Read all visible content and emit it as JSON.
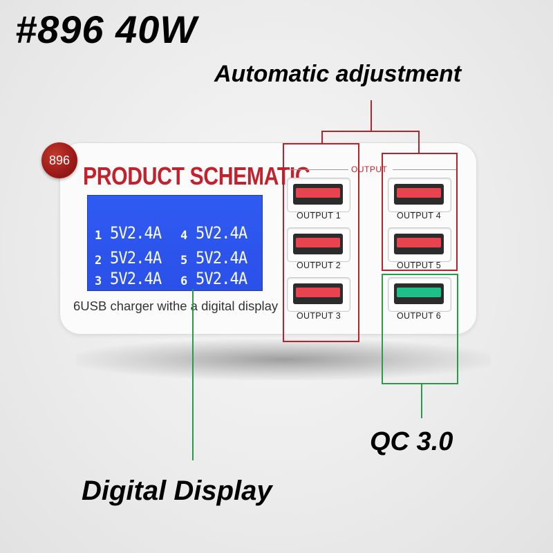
{
  "title": "#896 40W",
  "callouts": {
    "automatic": "Automatic adjustment",
    "qc": "QC 3.0",
    "digital": "Digital Display"
  },
  "device": {
    "badge": "896",
    "heading": "PRODUCT SCHEMATIC",
    "subtitle": "6USB charger withe a digital display",
    "output_header": "OUTPUT",
    "lcd": {
      "rows": [
        {
          "left_ch": "1",
          "left_read": "5V2.4A",
          "right_ch": "4",
          "right_read": "5V2.4A"
        },
        {
          "left_ch": "2",
          "left_read": "5V2.4A",
          "right_ch": "5",
          "right_read": "5V2.4A"
        },
        {
          "left_ch": "3",
          "left_read": "5V2.4A",
          "right_ch": "6",
          "right_read": "5V2.4A"
        }
      ]
    },
    "ports": [
      {
        "label": "OUTPUT 1",
        "type": "standard"
      },
      {
        "label": "OUTPUT 2",
        "type": "standard"
      },
      {
        "label": "OUTPUT 3",
        "type": "standard"
      },
      {
        "label": "OUTPUT 4",
        "type": "standard"
      },
      {
        "label": "OUTPUT 5",
        "type": "standard"
      },
      {
        "label": "OUTPUT 6",
        "type": "qc"
      }
    ]
  },
  "colors": {
    "accent_red": "#c2222d",
    "qc_green": "#1fbf8a",
    "lcd_blue": "#2f5bf2",
    "frame_red": "#b3242e",
    "frame_green": "#2a9a4a"
  }
}
